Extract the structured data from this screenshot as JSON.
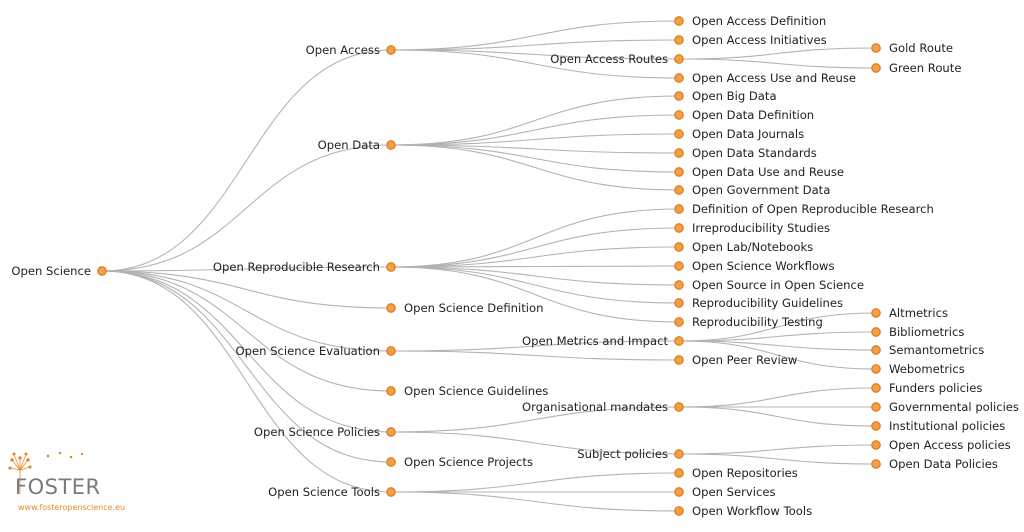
{
  "tree": {
    "id": "os",
    "label": "Open Science",
    "children": [
      {
        "id": "oa",
        "label": "Open Access",
        "children": [
          {
            "id": "oa1",
            "label": "Open Access Definition"
          },
          {
            "id": "oa2",
            "label": "Open Access Initiatives"
          },
          {
            "id": "oa3",
            "label": "Open Access Routes",
            "children": [
              {
                "id": "oa3a",
                "label": "Gold Route"
              },
              {
                "id": "oa3b",
                "label": "Green Route"
              }
            ]
          },
          {
            "id": "oa4",
            "label": "Open Access Use and Reuse"
          }
        ]
      },
      {
        "id": "od",
        "label": "Open Data",
        "children": [
          {
            "id": "od1",
            "label": "Open Big Data"
          },
          {
            "id": "od2",
            "label": "Open Data Definition"
          },
          {
            "id": "od3",
            "label": "Open Data Journals"
          },
          {
            "id": "od4",
            "label": "Open Data Standards"
          },
          {
            "id": "od5",
            "label": "Open Data Use and Reuse"
          },
          {
            "id": "od6",
            "label": "Open Government Data"
          }
        ]
      },
      {
        "id": "orr",
        "label": "Open Reproducible Research",
        "children": [
          {
            "id": "orr1",
            "label": "Definition of Open Reproducible Research"
          },
          {
            "id": "orr2",
            "label": "Irreproducibility Studies"
          },
          {
            "id": "orr3",
            "label": "Open Lab/Notebooks"
          },
          {
            "id": "orr4",
            "label": "Open Science Workflows"
          },
          {
            "id": "orr5",
            "label": "Open Source in Open Science"
          },
          {
            "id": "orr6",
            "label": "Reproducibility Guidelines"
          },
          {
            "id": "orr7",
            "label": "Reproducibility Testing"
          }
        ]
      },
      {
        "id": "osd",
        "label": "Open Science Definition"
      },
      {
        "id": "ose",
        "label": "Open Science Evaluation",
        "children": [
          {
            "id": "ose1",
            "label": "Open Metrics and Impact",
            "children": [
              {
                "id": "ose1a",
                "label": "Altmetrics"
              },
              {
                "id": "ose1b",
                "label": "Bibliometrics"
              },
              {
                "id": "ose1c",
                "label": "Semantometrics"
              },
              {
                "id": "ose1d",
                "label": "Webometrics"
              }
            ]
          },
          {
            "id": "ose2",
            "label": "Open Peer Review"
          }
        ]
      },
      {
        "id": "osg",
        "label": "Open Science Guidelines"
      },
      {
        "id": "osp",
        "label": "Open Science Policies",
        "children": [
          {
            "id": "osp1",
            "label": "Organisational mandates",
            "children": [
              {
                "id": "osp1a",
                "label": "Funders policies"
              },
              {
                "id": "osp1b",
                "label": "Governmental policies"
              },
              {
                "id": "osp1c",
                "label": "Institutional policies"
              }
            ]
          },
          {
            "id": "osp2",
            "label": "Subject policies",
            "children": [
              {
                "id": "osp2a",
                "label": "Open Access policies"
              },
              {
                "id": "osp2b",
                "label": "Open Data Policies"
              }
            ]
          }
        ]
      },
      {
        "id": "ospr",
        "label": "Open Science Projects"
      },
      {
        "id": "ost",
        "label": "Open Science Tools",
        "children": [
          {
            "id": "ost1",
            "label": "Open Repositories"
          },
          {
            "id": "ost2",
            "label": "Open Services"
          },
          {
            "id": "ost3",
            "label": "Open Workflow Tools"
          }
        ]
      }
    ]
  },
  "branding": {
    "logo_word": "FOSTER",
    "url": "www.fosteropenscience.eu",
    "accent_color": "#e58a2a"
  },
  "colors": {
    "node_fill": "#f0a04b",
    "node_stroke": "#e07f1c",
    "link": "#b3b3b3"
  }
}
